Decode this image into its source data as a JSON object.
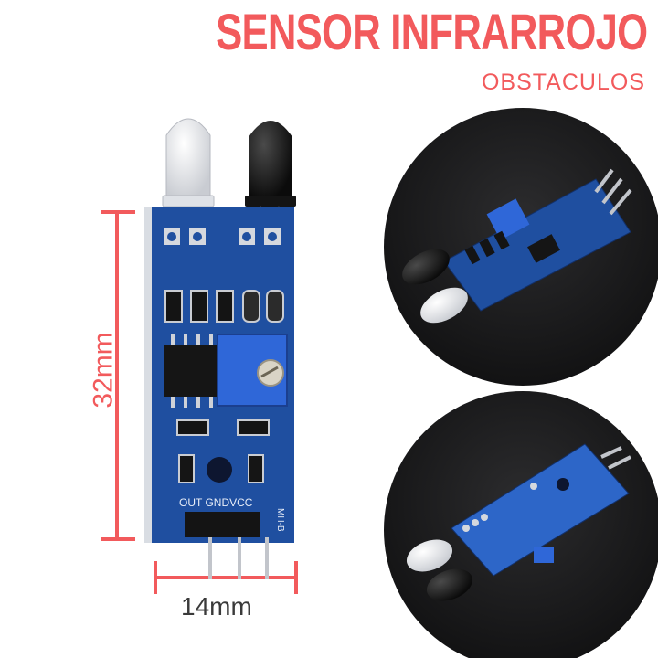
{
  "title": "SENSOR INFRARROJO",
  "subtitle": "OBSTACULOS",
  "dimensions": {
    "height_label": "32mm",
    "width_label": "14mm"
  },
  "board": {
    "pin_labels": "OUT GNDVCC",
    "model": "MH-B"
  },
  "colors": {
    "accent": "#f25a5c",
    "pcb": "#1f4fa0",
    "potentiometer": "#2f67d8",
    "background_photo": "#1b1b1d"
  },
  "photos": [
    "top-view-photo",
    "bottom-view-photo"
  ]
}
